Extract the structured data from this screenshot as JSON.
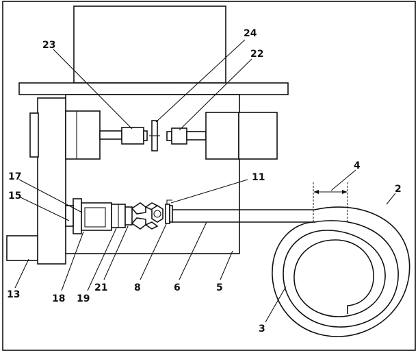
{
  "labels": {
    "l2": "2",
    "l3": "3",
    "l4": "4",
    "l5": "5",
    "l6": "6",
    "l8": "8",
    "l11": "11",
    "l13": "13",
    "l15": "15",
    "l17": "17",
    "l18": "18",
    "l19": "19",
    "l21": "21",
    "l22": "22",
    "l23": "23",
    "l24": "24"
  }
}
